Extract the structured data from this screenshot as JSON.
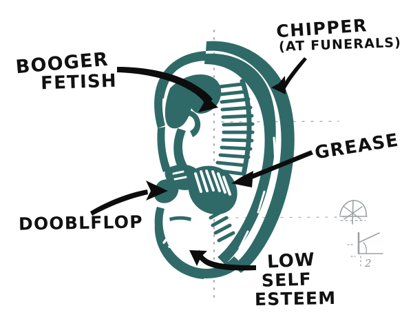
{
  "diagram": {
    "title": "Hand-drawn annotated ear diagram",
    "background_color": "#ffffff",
    "ink_color": "#2f6a68",
    "label_color": "#111111",
    "guide_color": "#8a8f90",
    "sketch_color": "#9aa0a2",
    "subject": "ear-illustration"
  },
  "labels": {
    "booger_fetish": {
      "line1": "BOOGER",
      "line2": "FETISH"
    },
    "chipper": {
      "line1": "CHIPPER",
      "line2": "(AT FUNERALS)"
    },
    "grease": {
      "text": "GREASE"
    },
    "dooblflop": {
      "text": "DOOBLFLOP"
    },
    "low_self_esteem": {
      "line1": "LOW",
      "line2": "SELF",
      "line3": "ESTEEM"
    }
  },
  "sketch_marks": {
    "angle_note": "2"
  }
}
